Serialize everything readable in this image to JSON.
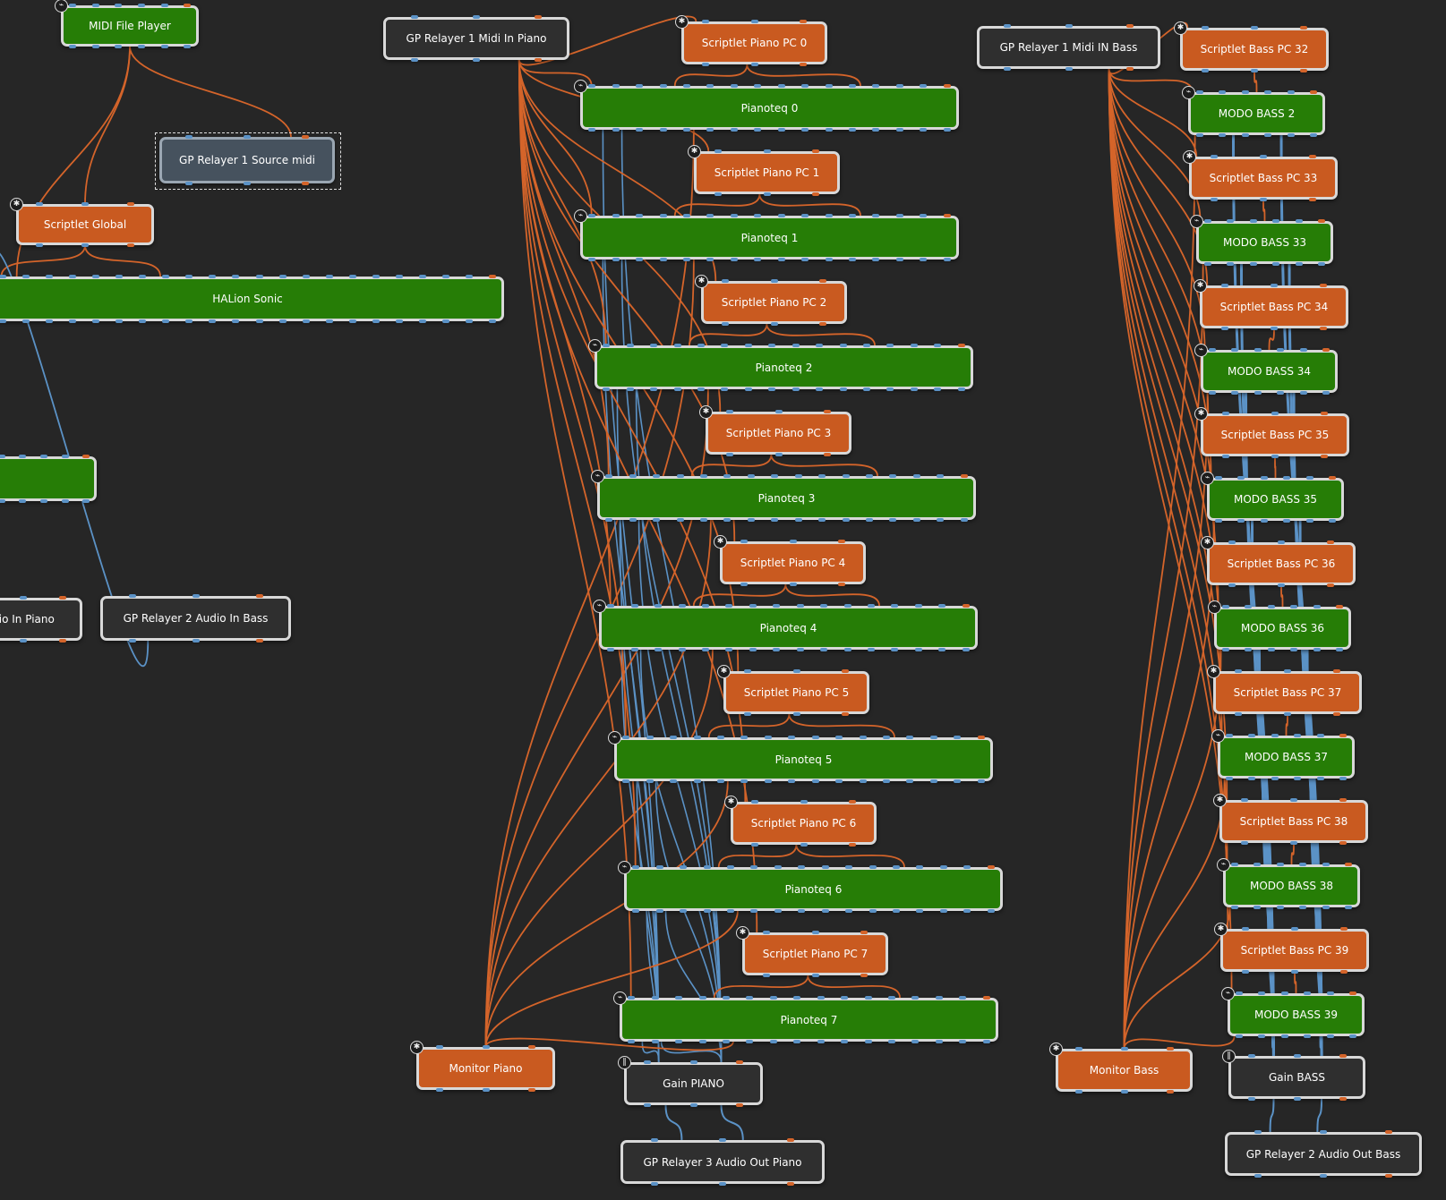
{
  "colors": {
    "background": "#262626",
    "audio_wire": "#5b92c6",
    "midi_wire": "#d4642a",
    "plugin_green": "#267d06",
    "scriptlet_orange": "#c95a20",
    "relayer_gray": "#2f2f2f"
  },
  "icons": {
    "plugin": "plug-icon",
    "scriptlet": "gear-icon",
    "gain": "gain-icon"
  },
  "nodes": {
    "midi_file_player": "MIDI File Player",
    "gp_relayer_source_midi": "GP Relayer 1 Source midi",
    "scriptlet_global": "Scriptlet Global",
    "halion_sonic": "HALion Sonic",
    "unlabeled_green": "",
    "audio_in_piano_partial": "dio In Piano",
    "gp_relayer_2_audio_in_bass": "GP Relayer 2 Audio In Bass",
    "gp_relayer_1_midi_in_piano": "GP Relayer 1 Midi In Piano",
    "scriptlet_piano_pc_0": "Scriptlet Piano PC 0",
    "pianoteq_0": "Pianoteq 0",
    "scriptlet_piano_pc_1": "Scriptlet Piano PC 1",
    "pianoteq_1": "Pianoteq 1",
    "scriptlet_piano_pc_2": "Scriptlet Piano PC 2",
    "pianoteq_2": "Pianoteq 2",
    "scriptlet_piano_pc_3": "Scriptlet Piano PC 3",
    "pianoteq_3": "Pianoteq 3",
    "scriptlet_piano_pc_4": "Scriptlet Piano PC 4",
    "pianoteq_4": "Pianoteq 4",
    "scriptlet_piano_pc_5": "Scriptlet Piano PC 5",
    "pianoteq_5": "Pianoteq 5",
    "scriptlet_piano_pc_6": "Scriptlet Piano PC 6",
    "pianoteq_6": "Pianoteq 6",
    "scriptlet_piano_pc_7": "Scriptlet Piano PC 7",
    "pianoteq_7": "Pianoteq 7",
    "monitor_piano": "Monitor Piano",
    "gain_piano": "Gain PIANO",
    "gp_relayer_3_audio_out_piano": "GP Relayer 3 Audio Out Piano",
    "gp_relayer_1_midi_in_bass": "GP Relayer 1 Midi IN Bass",
    "scriptlet_bass_pc_32": "Scriptlet Bass PC 32",
    "modo_bass_2": "MODO BASS 2",
    "scriptlet_bass_pc_33": "Scriptlet Bass PC 33",
    "modo_bass_33": "MODO BASS 33",
    "scriptlet_bass_pc_34": "Scriptlet Bass PC 34",
    "modo_bass_34": "MODO BASS 34",
    "scriptlet_bass_pc_35": "Scriptlet Bass PC 35",
    "modo_bass_35": "MODO BASS 35",
    "scriptlet_bass_pc_36": "Scriptlet Bass PC 36",
    "modo_bass_36": "MODO BASS 36",
    "scriptlet_bass_pc_37": "Scriptlet Bass PC 37",
    "modo_bass_37": "MODO BASS 37",
    "scriptlet_bass_pc_38": "Scriptlet Bass PC 38",
    "modo_bass_38": "MODO BASS 38",
    "scriptlet_bass_pc_39": "Scriptlet Bass PC 39",
    "modo_bass_39": "MODO BASS 39",
    "monitor_bass": "Monitor Bass",
    "gain_bass": "Gain BASS",
    "gp_relayer_2_audio_out_bass": "GP Relayer 2 Audio Out Bass"
  }
}
